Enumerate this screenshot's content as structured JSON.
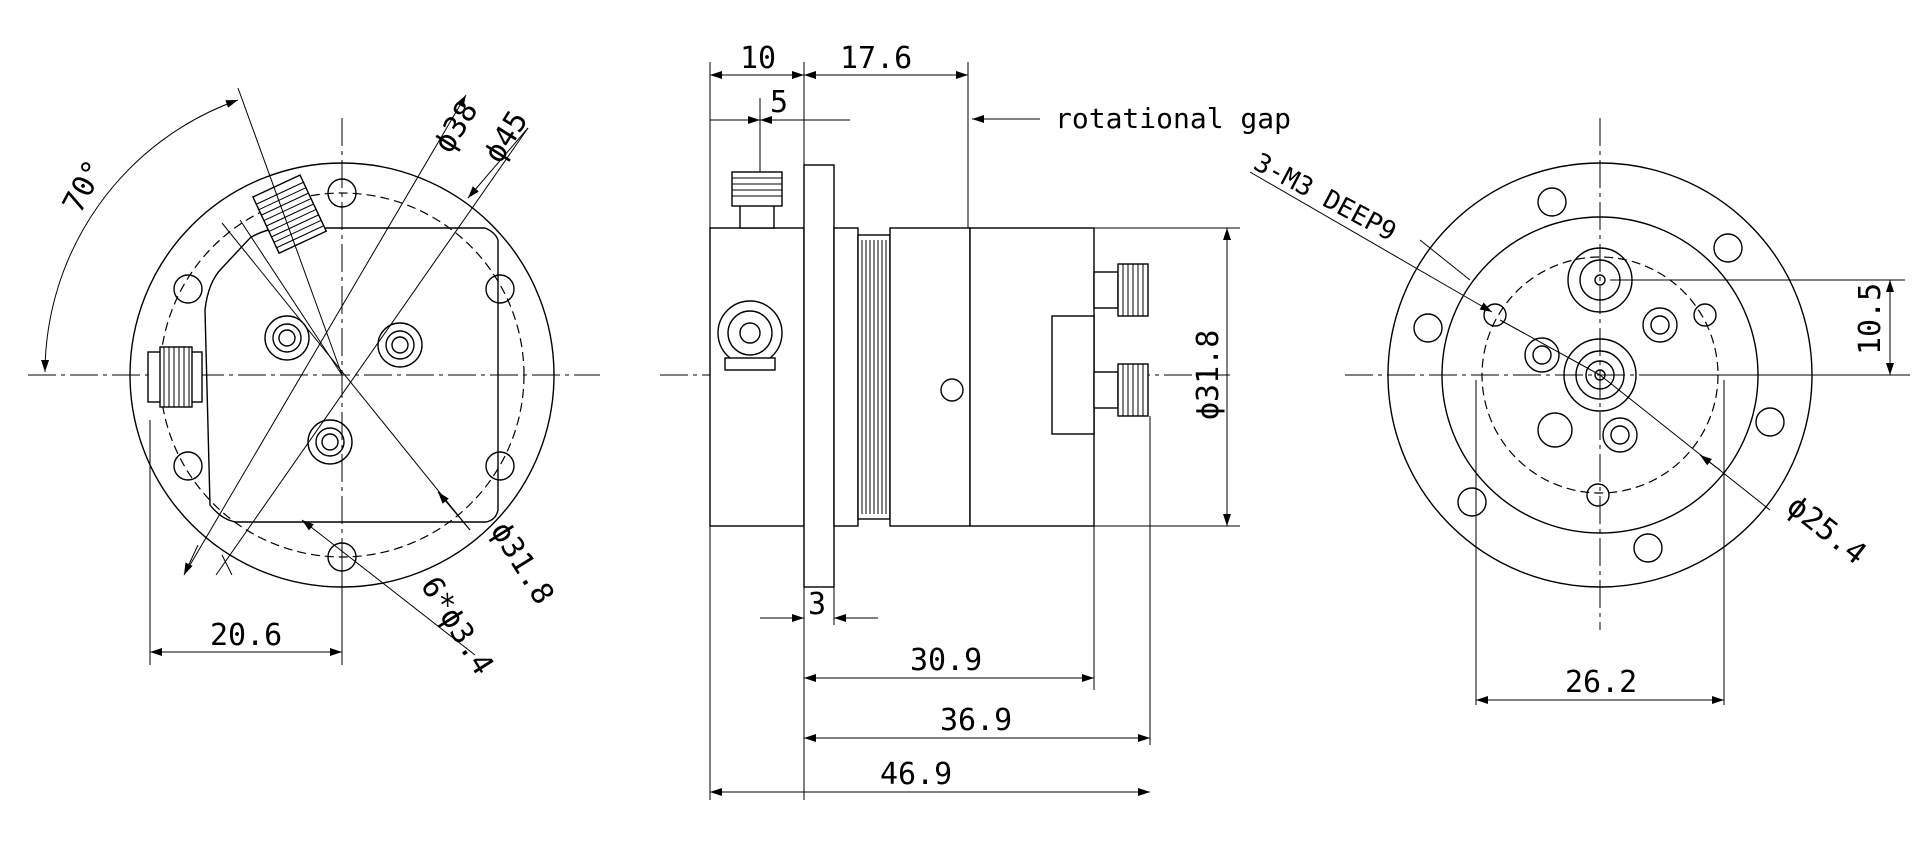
{
  "left_view": {
    "angle": "70°",
    "dia_38": "ϕ38",
    "dia_45": "ϕ45",
    "dia_31_8": "ϕ31.8",
    "holes": "6*ϕ3.4",
    "width_20_6": "20.6"
  },
  "side_view": {
    "dim_10": "10",
    "dim_17_6": "17.6",
    "dim_5": "5",
    "rotational_gap": "rotational gap",
    "dia_31_8": "ϕ31.8",
    "dim_3": "3",
    "dim_30_9": "30.9",
    "dim_36_9": "36.9",
    "dim_46_9": "46.9"
  },
  "right_view": {
    "thread_note": "3-M3 DEEP9",
    "dim_10_5": "10.5",
    "dia_25_4": "ϕ25.4",
    "dim_26_2": "26.2"
  }
}
